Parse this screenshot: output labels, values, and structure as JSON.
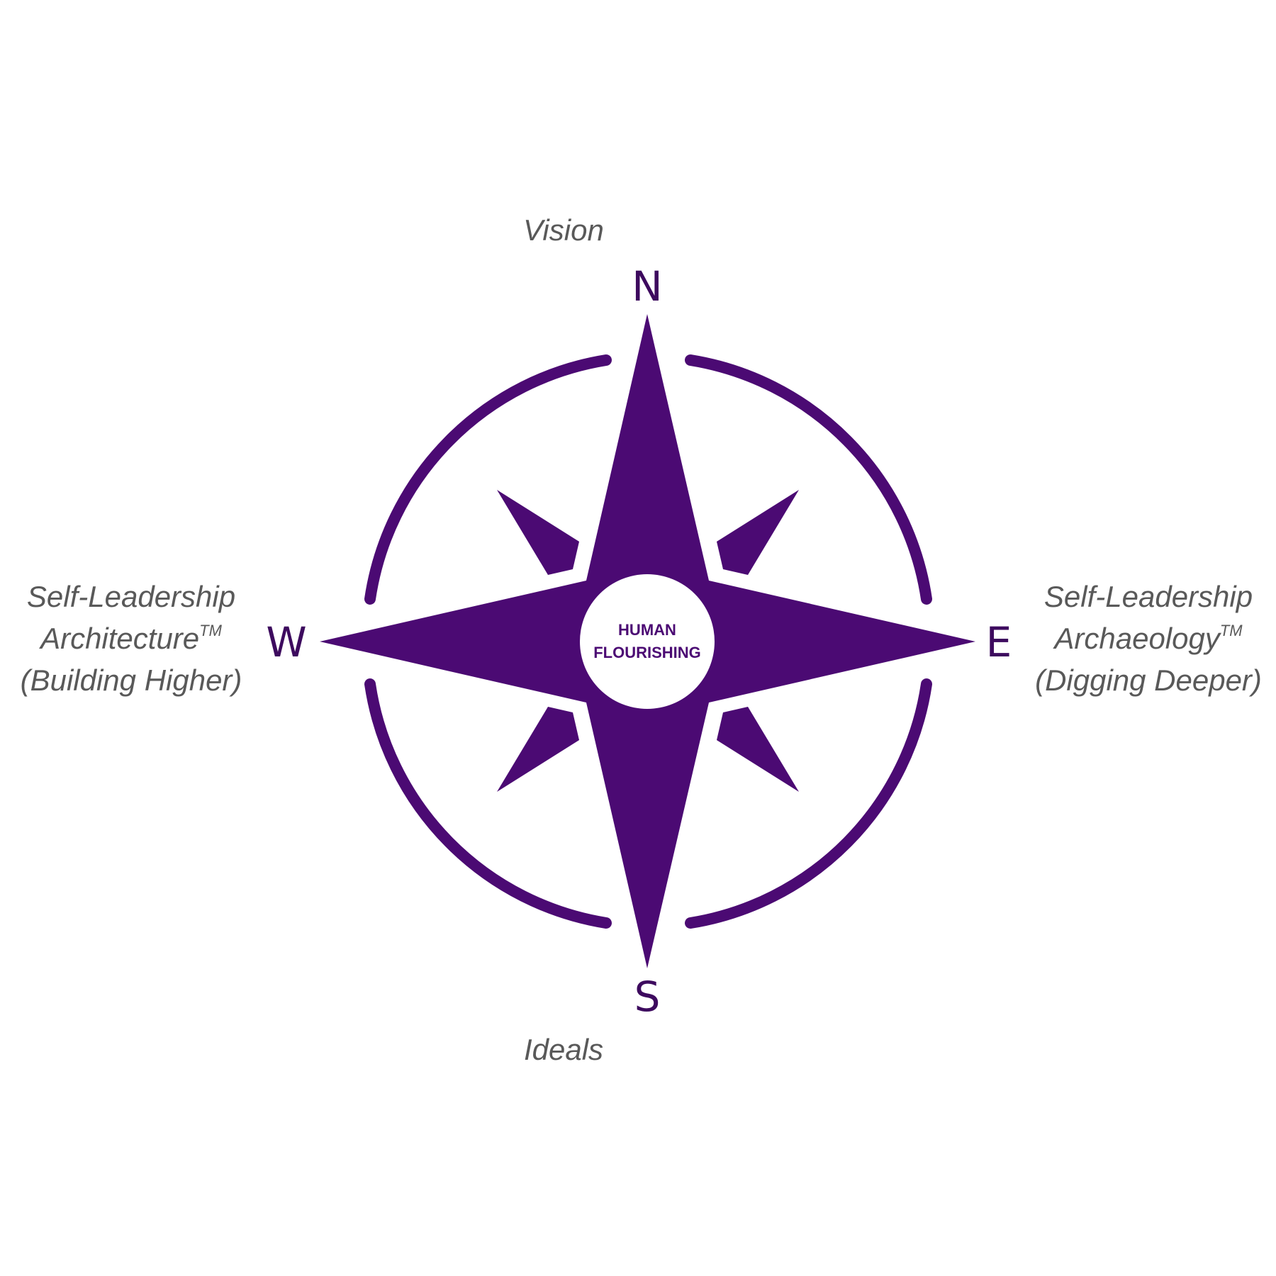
{
  "diagram": {
    "accent_color": "#4b0a73",
    "hub_color": "#ffffff",
    "cardinals": {
      "north": "N",
      "south": "S",
      "west": "W",
      "east": "E"
    },
    "north_label": "Vision",
    "south_label": "Ideals",
    "west_label": {
      "line1": "Self-Leadership",
      "line2": "Architecture",
      "line2_mark": "TM",
      "line3": "(Building Higher)"
    },
    "east_label": {
      "line1": "Self-Leadership",
      "line2": "Archaeology",
      "line2_mark": "TM",
      "line3": "(Digging Deeper)"
    },
    "center": {
      "line1": "HUMAN",
      "line2": "FLOURISHING"
    }
  }
}
